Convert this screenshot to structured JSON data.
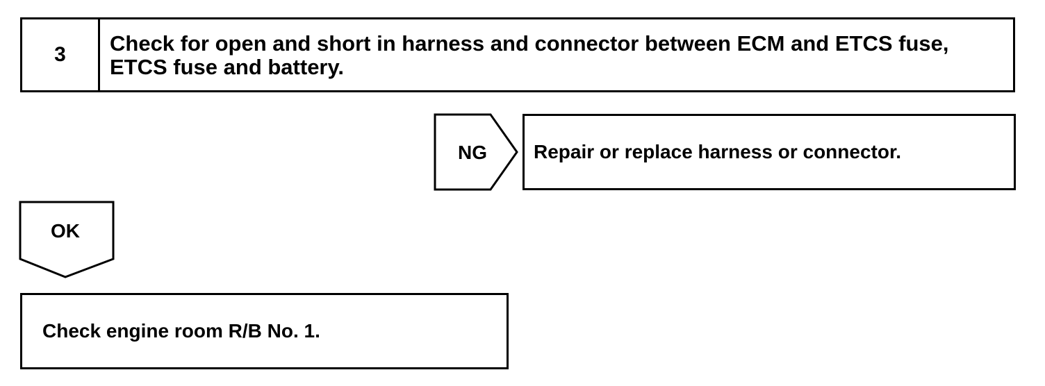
{
  "step": {
    "number": "3",
    "title": "Check for open and short in harness and connector between ECM and ETCS fuse, ETCS fuse and battery."
  },
  "ng_branch": {
    "label": "NG",
    "action": "Repair or replace harness or connector."
  },
  "ok_branch": {
    "label": "OK",
    "action": "Check engine room R/B No. 1."
  }
}
